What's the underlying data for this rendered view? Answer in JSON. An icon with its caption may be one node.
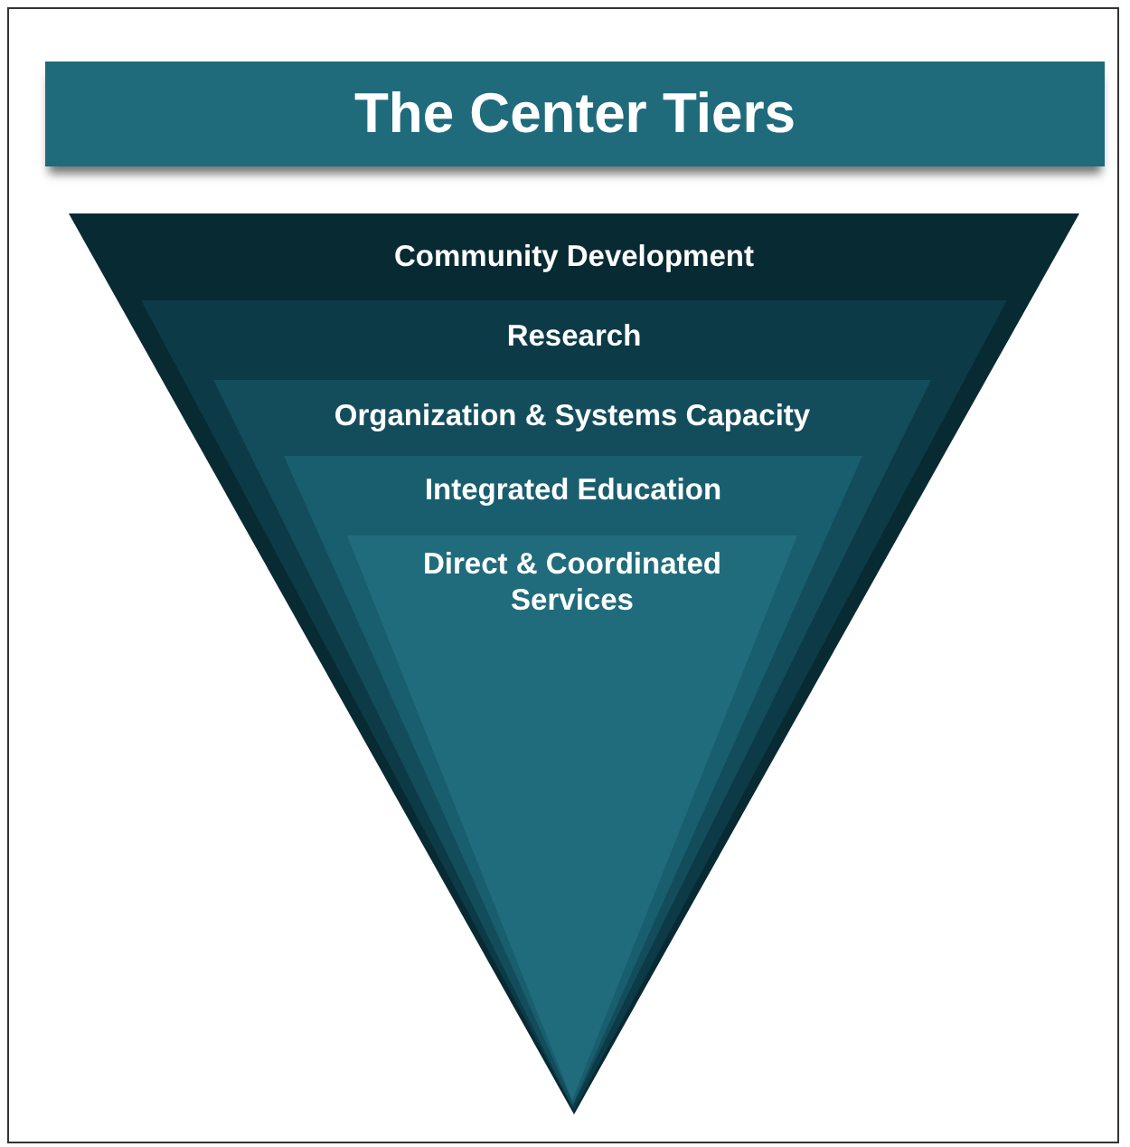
{
  "diagram": {
    "title": "The Center Tiers",
    "nodes": [
      {
        "text": [
          "Community Development"
        ]
      },
      {
        "text": [
          "Research"
        ],
        "in": 0
      },
      {
        "text": [
          "Organization & Systems Capacity"
        ],
        "in": 1
      },
      {
        "text": [
          "Integrated Education"
        ],
        "in": 2
      },
      {
        "text": [
          "Direct & Coordinated Services"
        ],
        "in": 3
      }
    ],
    "edges": []
  }
}
